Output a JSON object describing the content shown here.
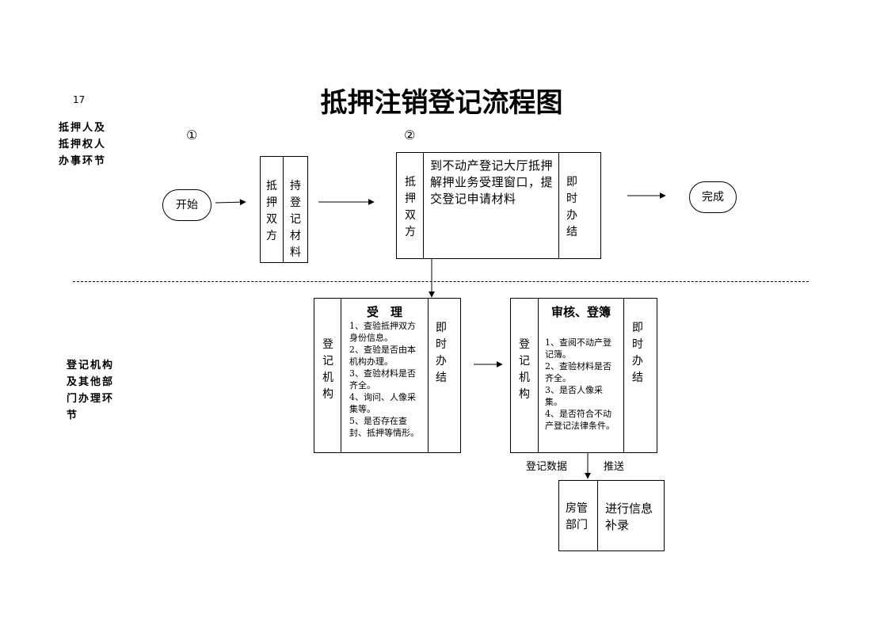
{
  "page_number": "17",
  "title": "抵押注销登记流程图",
  "lanes": {
    "top": [
      "抵押人及",
      "抵押权人",
      "办事环节"
    ],
    "bottom": [
      "登记机构",
      "及其他部",
      "门办理环",
      "节"
    ]
  },
  "step_markers": {
    "one": "①",
    "two": "②"
  },
  "start": "开始",
  "finish": "完成",
  "prep_box": {
    "actor": "抵押双方",
    "action": "持登记材料"
  },
  "window_box": {
    "actor": "抵押双方",
    "text": "到不动产登记大厅抵押解押业务受理窗口，提交登记申请材料",
    "result": "即时办结"
  },
  "accept_box": {
    "actor": "登记机构",
    "heading": "受　理",
    "items": [
      "1、查验抵押双方身份信息。",
      "2、查验是否由本机构办理。",
      "3、查验材料是否齐全。",
      "4、询问、人像采集等。",
      "5、是否存在查封、抵押等情形。"
    ],
    "result": "即时办结"
  },
  "review_box": {
    "actor": "登记机构",
    "heading": "审核、登簿",
    "items": [
      "1、查阅不动产登记簿。",
      "2、查验材料是否齐全。",
      "3、是否人像采集。",
      "4、是否符合不动产登记法律条件。"
    ],
    "result": "即时办结"
  },
  "push_labels": {
    "left": "登记数据",
    "right": "推送"
  },
  "housing_box": {
    "actor": "房管部门",
    "text": "进行信息补录"
  }
}
